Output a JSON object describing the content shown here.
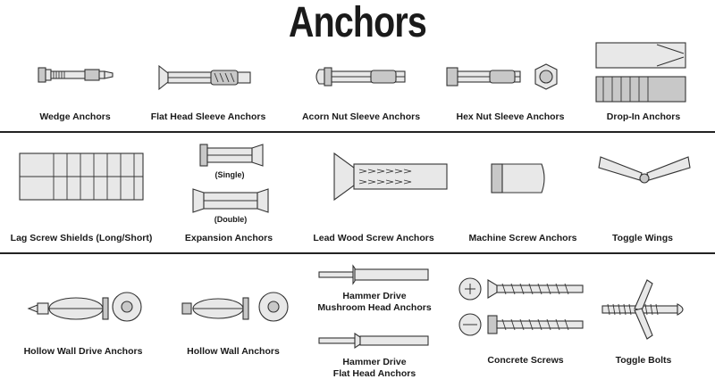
{
  "title": "Anchors",
  "row1": [
    "Wedge Anchors",
    "Flat Head Sleeve Anchors",
    "Acorn Nut Sleeve Anchors",
    "Hex Nut Sleeve Anchors",
    "Drop-In Anchors"
  ],
  "row2": [
    "Lag Screw Shields (Long/Short)",
    "Expansion Anchors",
    "Lead Wood Screw Anchors",
    "Machine Screw Anchors",
    "Toggle Wings"
  ],
  "row2_sub": {
    "single": "(Single)",
    "double": "(Double)"
  },
  "row3": [
    "Hollow Wall Drive Anchors",
    "Hollow Wall Anchors",
    "Concrete Screws",
    "Toggle Bolts"
  ],
  "hammer_drive": {
    "mushroom": [
      "Hammer Drive",
      "Mushroom Head Anchors"
    ],
    "flat": [
      "Hammer Drive",
      "Flat Head Anchors"
    ]
  }
}
